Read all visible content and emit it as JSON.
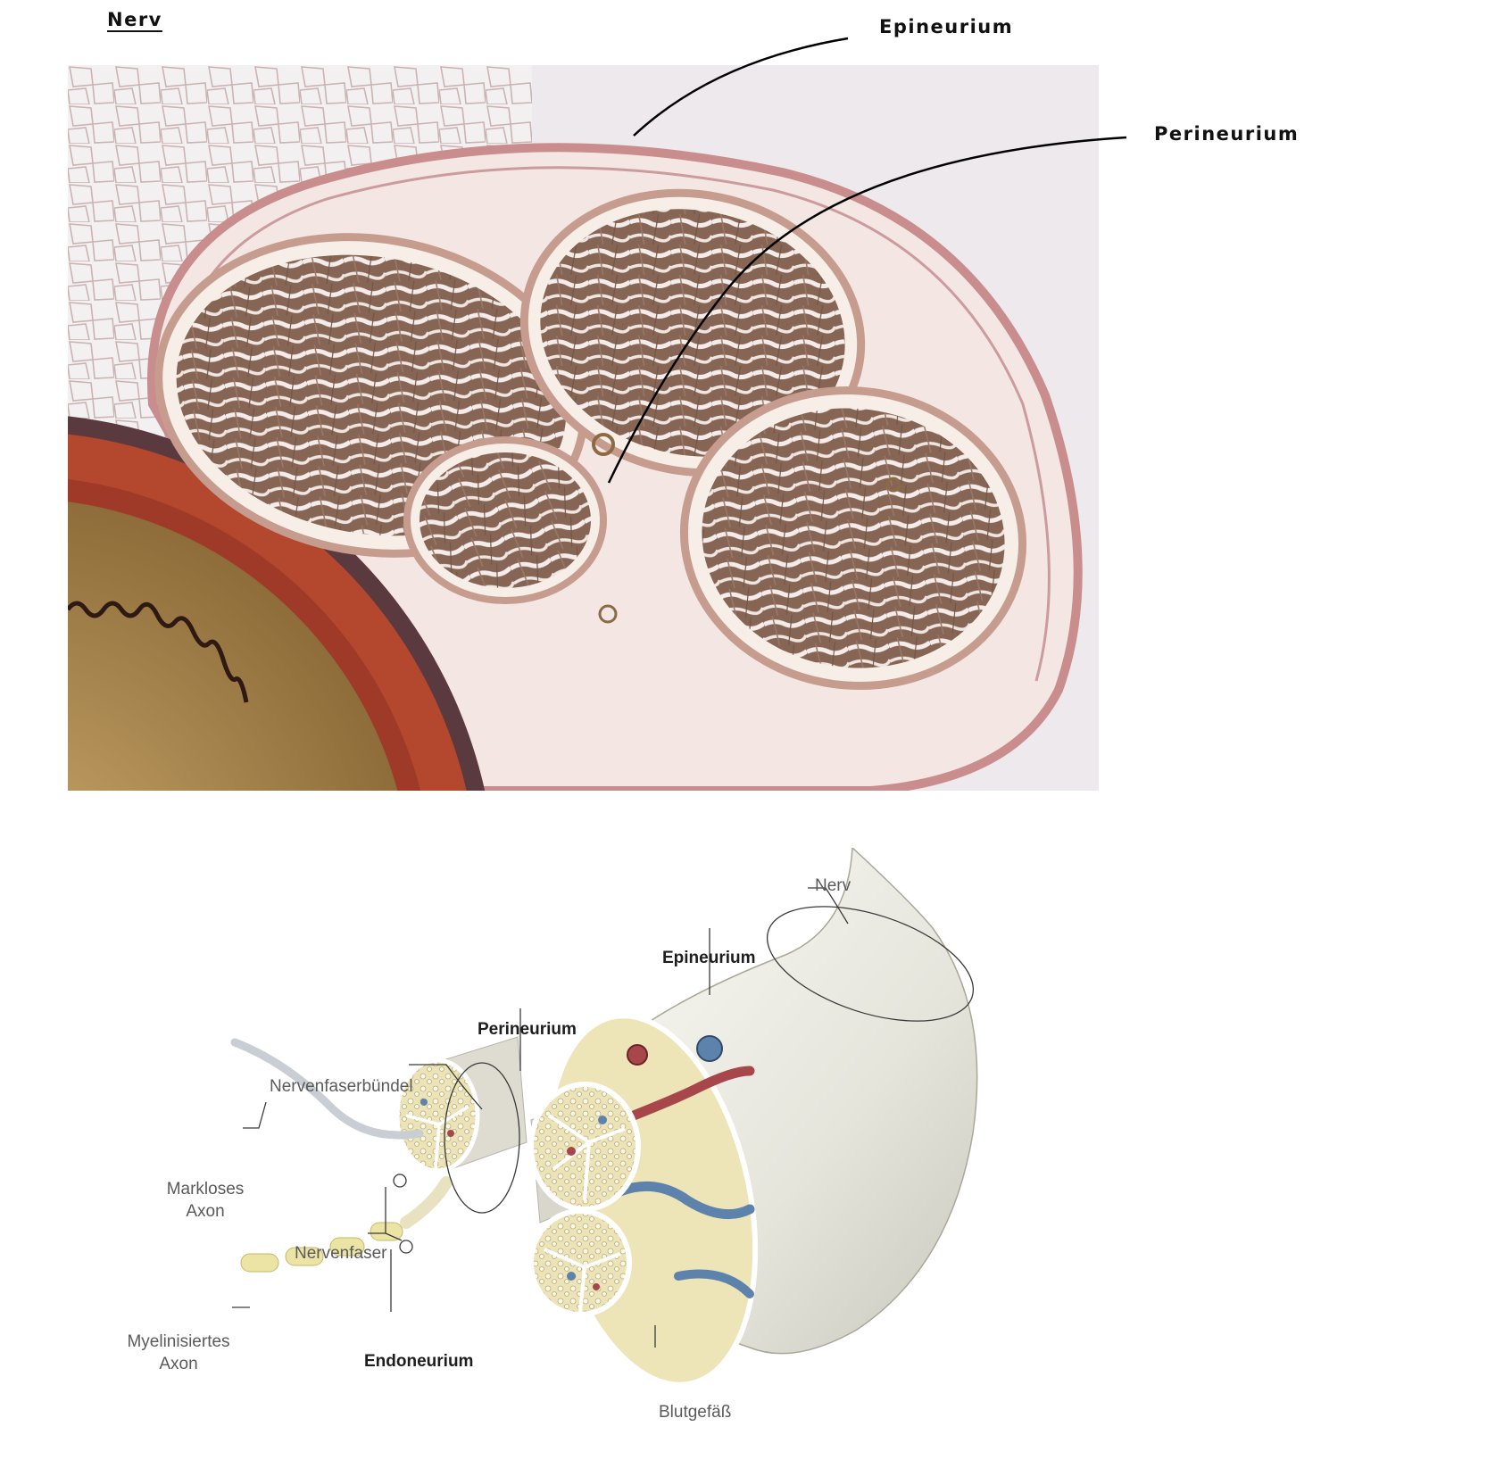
{
  "header": {
    "title": "Nerv"
  },
  "photo_labels": {
    "epineurium": "Epineurium",
    "perineurium": "Perineurium"
  },
  "diagram_labels": {
    "nerv": "Nerv",
    "epineurium": "Epineurium",
    "perineurium": "Perineurium",
    "nervenfaserbuendel": "Nervenfaserbündel",
    "markloses_axon_1": "Markloses",
    "markloses_axon_2": "Axon",
    "nervenfaser": "Nervenfaser",
    "myelinisiertes_axon_1": "Myelinisiertes",
    "myelinisiertes_axon_2": "Axon",
    "endoneurium": "Endoneurium",
    "blutgefaess": "Blutgefäß"
  },
  "colors": {
    "stain_fiber": "#8a6a58",
    "stain_sheath": "#c98e8e",
    "artery_wall": "#b3482f",
    "nerve_surface": "#ecebe3",
    "vein": "#5d82ac",
    "artery": "#a8474b",
    "fat": "#ece4b8"
  }
}
